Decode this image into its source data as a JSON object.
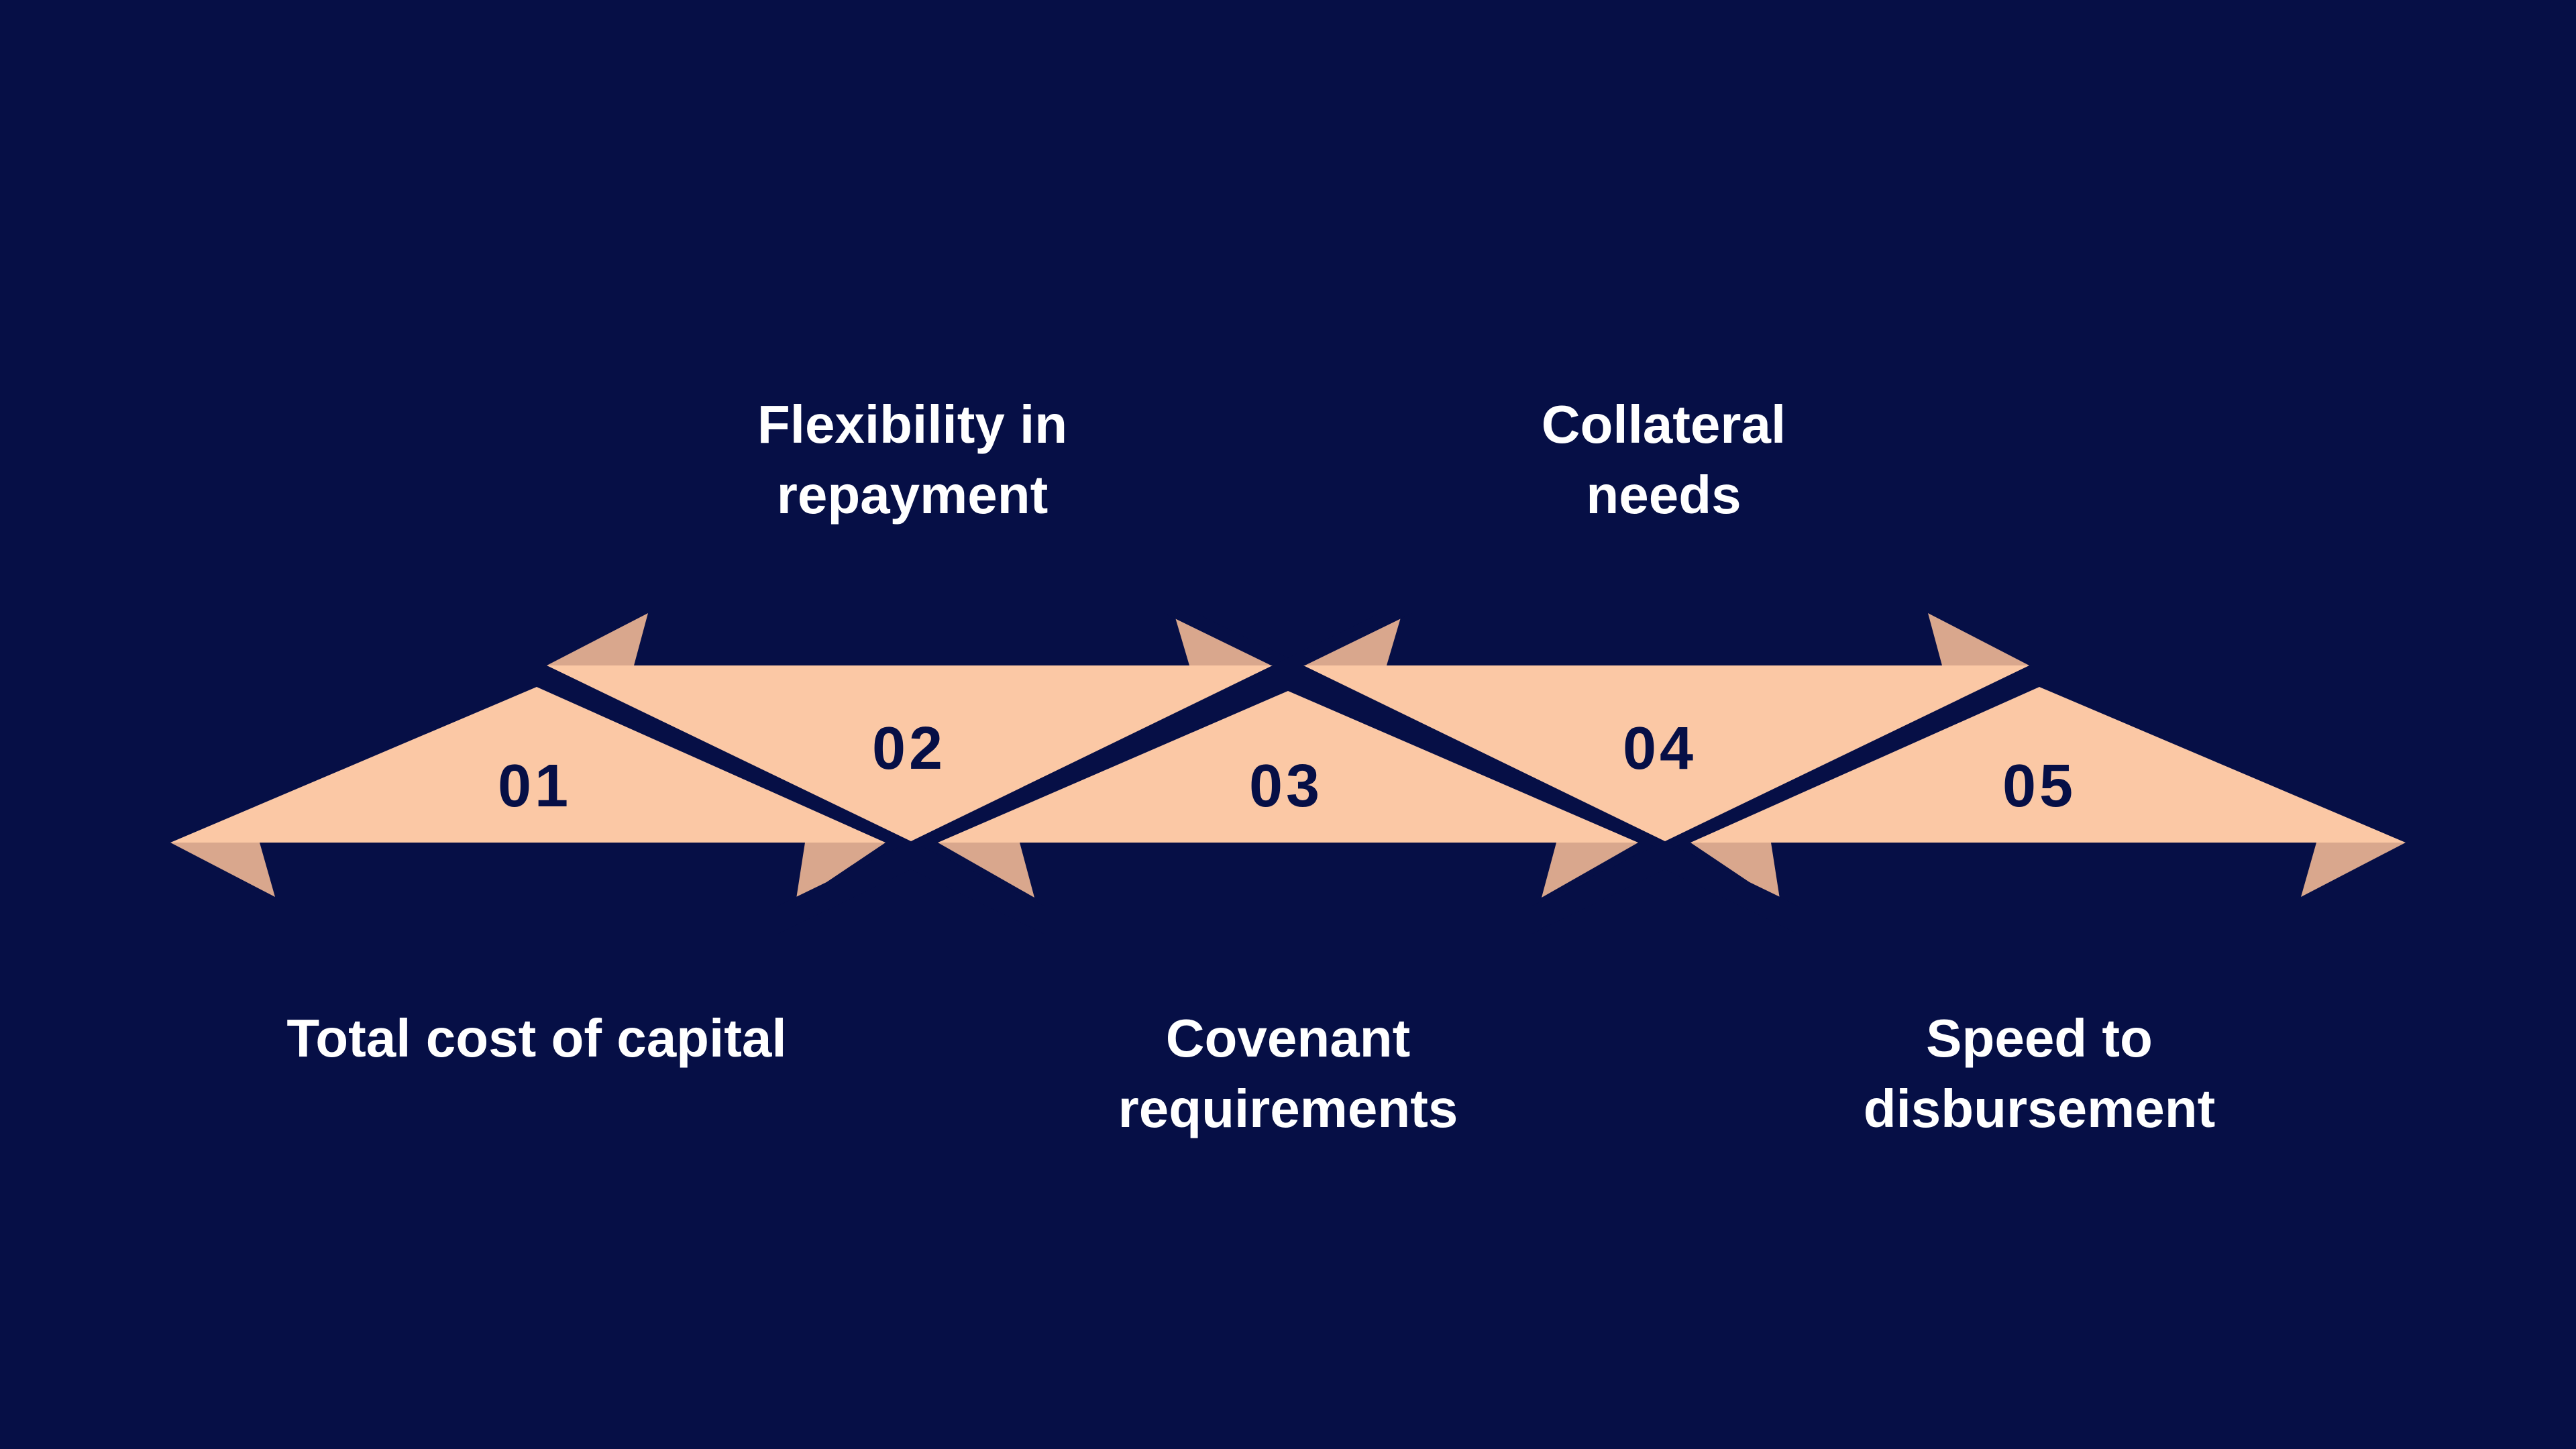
{
  "colors": {
    "background": "#060f46",
    "ribbon": "#fbc8a5",
    "ribbon_fold": "#d9a78d",
    "stripe": "#060f46",
    "number_text": "#060f46",
    "label_text": "#ffffff"
  },
  "steps": [
    {
      "number": "01",
      "label": [
        "Total cost of capital",
        ""
      ],
      "label_position": "below"
    },
    {
      "number": "02",
      "label": [
        "Flexibility in",
        "repayment"
      ],
      "label_position": "above"
    },
    {
      "number": "03",
      "label": [
        "Covenant",
        "requirements"
      ],
      "label_position": "below"
    },
    {
      "number": "04",
      "label": [
        "Collateral",
        "needs"
      ],
      "label_position": "above"
    },
    {
      "number": "05",
      "label": [
        "Speed to",
        "disbursement"
      ],
      "label_position": "below"
    }
  ],
  "shapes": {
    "triangles": [
      "254,1256 800,1024 1320,1256",
      "815,992 1897,992 1358,1254",
      "1398,1256 1920,1030 2442,1256",
      "1943,992 3025,992 2482,1254",
      "2520,1256 3040,1024 3586,1256"
    ],
    "folds": [
      "254,1256 387,1256 410,1337",
      "815,992 945,992 966,914",
      "1200,1256 1320,1256 1186,1346",
      "1398,1256 1520,1256 1542,1338",
      "1750,914 1773,992 1920,992",
      "2090,914 2067,992 1920,992",
      "2320,1256 2442,1256 2298,1338",
      "2520,1256 2640,1256 2654,1346",
      "3025,992 2895,992 2874,914",
      "3586,1256 3453,1256 3430,1337"
    ],
    "arms": [
      "1358,1254 1160,1350 1160,1392 1358,1296",
      "1358,1254 1556,1350 1556,1392 1358,1296",
      "1895,992 1943,992 1783,914 1735,914",
      "1897,992 1945,992 2105,914 2057,914",
      "2482,1254 2284,1350 2284,1392 2482,1296",
      "2482,1254 2680,1350 2680,1392 2482,1296"
    ]
  }
}
